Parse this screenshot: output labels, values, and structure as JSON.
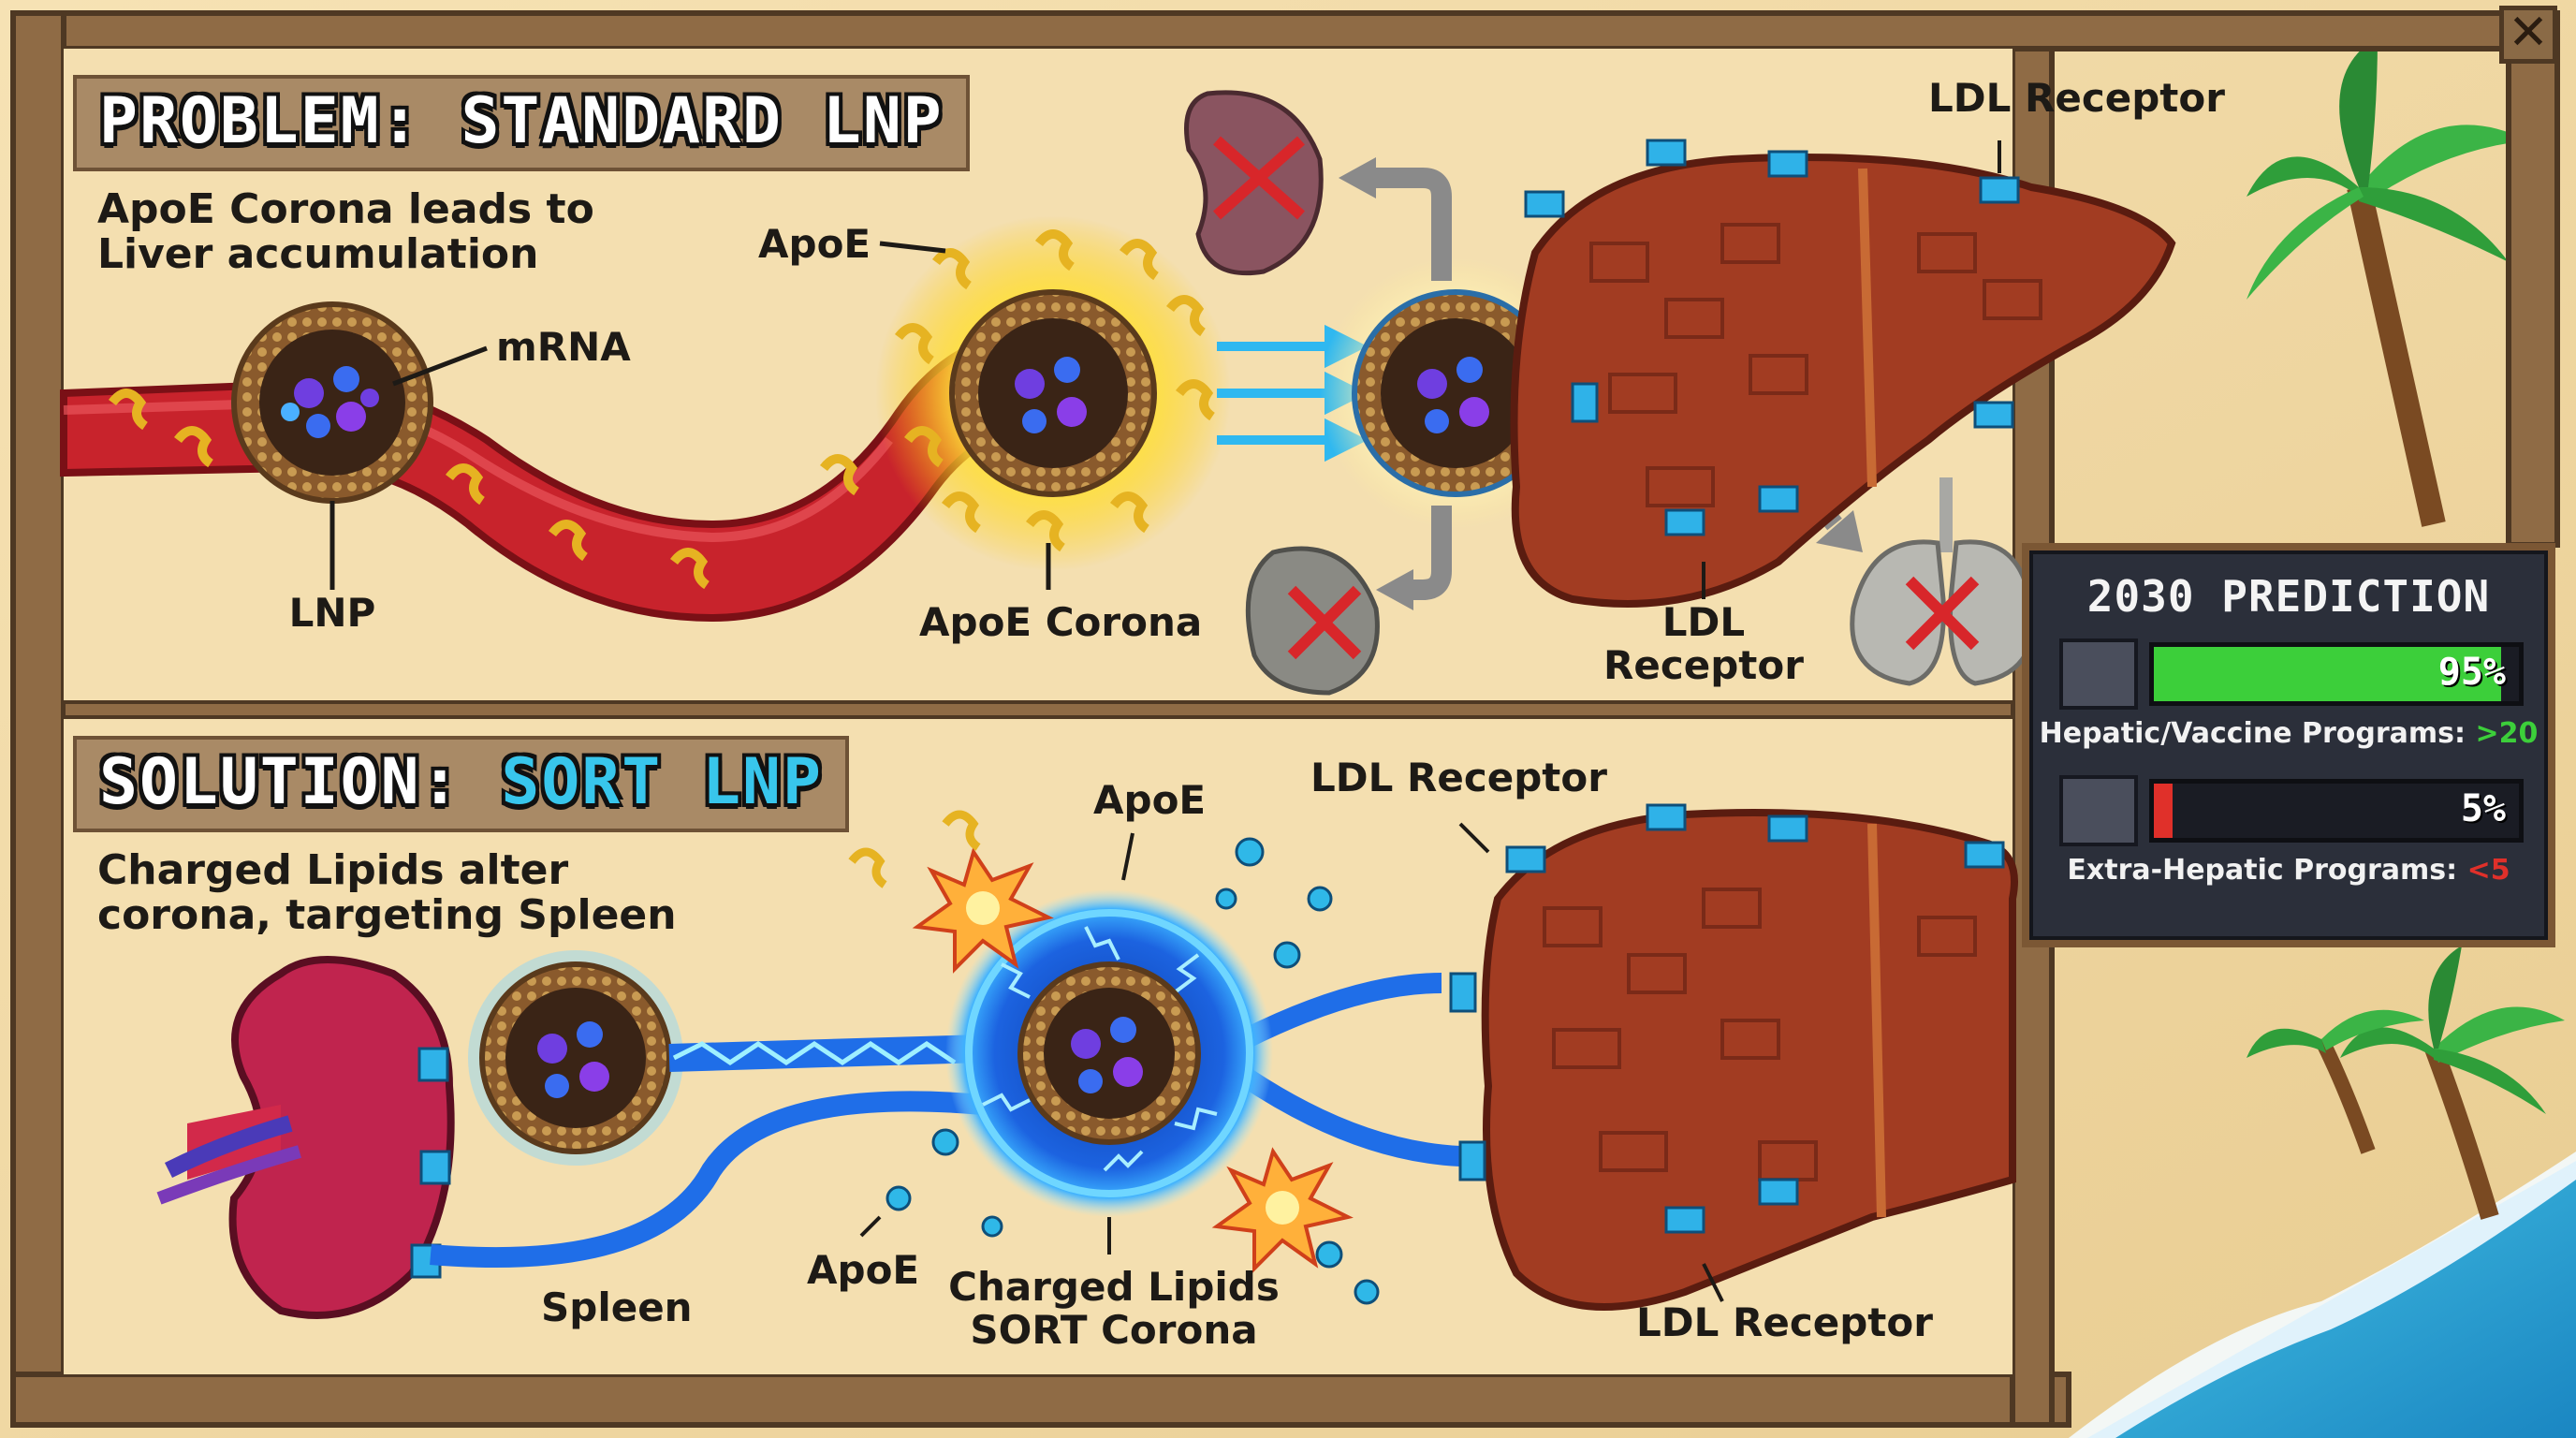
{
  "window": {
    "close_label": "✕"
  },
  "problem": {
    "title_prefix": "PROBLEM:",
    "title_main": "STANDARD LNP",
    "caption_line1": "ApoE Corona leads to",
    "caption_line2": "Liver accumulation",
    "labels": {
      "mrna": "mRNA",
      "lnp": "LNP",
      "apoe": "ApoE",
      "apoe_corona": "ApoE Corona",
      "ldl_receptor_top": "LDL Receptor",
      "ldl_receptor_bottom_1": "LDL",
      "ldl_receptor_bottom_2": "Receptor"
    }
  },
  "solution": {
    "title_prefix": "SOLUTION:",
    "title_main": "SORT LNP",
    "caption_line1": "Charged Lipids alter",
    "caption_line2": "corona, targeting Spleen",
    "labels": {
      "apoe_top": "ApoE",
      "ldl_receptor_top": "LDL Receptor",
      "spleen": "Spleen",
      "apoe_bottom": "ApoE",
      "charged_lipids_1": "Charged Lipids",
      "charged_lipids_2": "SORT Corona",
      "ldl_receptor_bottom": "LDL Receptor"
    }
  },
  "prediction": {
    "title": "2030 PREDICTION",
    "hepatic": {
      "percent_label": "95%",
      "fill_fraction": 0.95,
      "label": "Hepatic/Vaccine Programs:",
      "count": ">20",
      "color": "#3ccf3a"
    },
    "extra_hepatic": {
      "percent_label": "5%",
      "fill_fraction": 0.05,
      "label": "Extra-Hepatic Programs:",
      "count": "<5",
      "color": "#e0302a"
    },
    "icons": {
      "hepatic": "liver-icon",
      "extra_hepatic": "spleen-organs-icon"
    }
  },
  "colors": {
    "panel_bg": "#f4dfb0",
    "frame": "#7b5734",
    "vessel": "#c8232c",
    "sort_glow": "#2aa8ff",
    "liver": "#a23c22"
  }
}
